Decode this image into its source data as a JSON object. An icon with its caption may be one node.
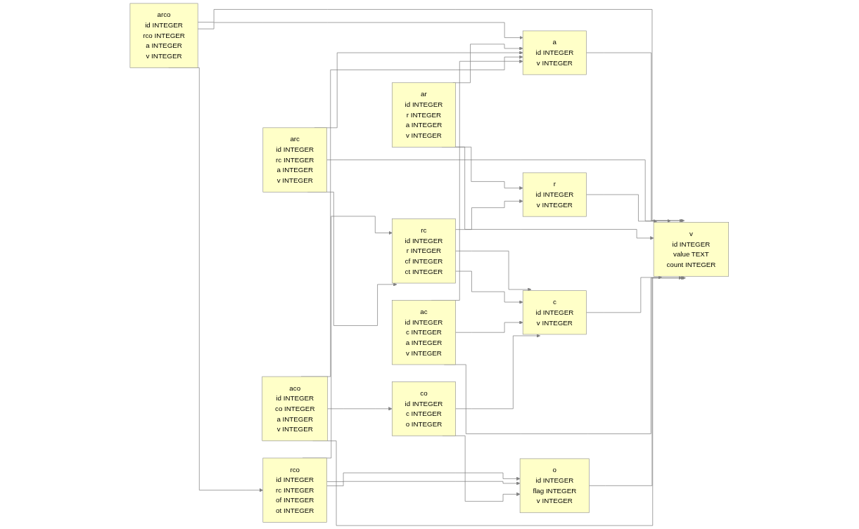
{
  "diagram": {
    "nodes": [
      {
        "text": [
          "rco",
          "id INTEGER",
          "rc INTEGER",
          "of INTEGER",
          "ot INTEGER"
        ]
      },
      {
        "text": [
          "o",
          "id INTEGER",
          "flag INTEGER",
          "v INTEGER"
        ]
      },
      {
        "text": [
          "arco",
          "id INTEGER",
          "rco INTEGER",
          "a INTEGER",
          "v INTEGER"
        ]
      },
      {
        "text": [
          "v",
          "id INTEGER",
          "value TEXT",
          "count INTEGER"
        ]
      },
      {
        "text": [
          "ar",
          "id INTEGER",
          "r INTEGER",
          "a INTEGER",
          "v INTEGER"
        ]
      },
      {
        "text": [
          "r",
          "id INTEGER",
          "v INTEGER"
        ]
      },
      {
        "text": [
          "arc",
          "id INTEGER",
          "rc INTEGER",
          "a INTEGER",
          "v INTEGER"
        ]
      },
      {
        "text": [
          "rc",
          "id INTEGER",
          "r INTEGER",
          "cf INTEGER",
          "ct INTEGER"
        ]
      },
      {
        "text": [
          "ac",
          "id INTEGER",
          "c INTEGER",
          "a INTEGER",
          "v INTEGER"
        ]
      },
      {
        "text": [
          "c",
          "id INTEGER",
          "v INTEGER"
        ]
      },
      {
        "text": [
          "aco",
          "id INTEGER",
          "co INTEGER",
          "a INTEGER",
          "v INTEGER"
        ]
      },
      {
        "text": [
          "co",
          "id INTEGER",
          "c INTEGER",
          "o INTEGER"
        ]
      },
      {
        "text": [
          "a",
          "id INTEGER",
          "v INTEGER"
        ]
      }
    ],
    "edges": [
      {
        "from": 0,
        "to": 7,
        "arrow": "to"
      },
      {
        "from": 0,
        "to": 1,
        "arrow": "to"
      },
      {
        "from": 0,
        "to": 1,
        "arrow": "to"
      },
      {
        "from": 2,
        "to": 0,
        "arrow": "to"
      },
      {
        "from": 2,
        "to": 12,
        "arrow": "to"
      },
      {
        "from": 2,
        "to": 3,
        "arrow": "to"
      },
      {
        "from": 12,
        "to": 3,
        "arrow": "to"
      },
      {
        "from": 6,
        "to": 3,
        "arrow": "to"
      },
      {
        "from": 5,
        "to": 3,
        "arrow": "to"
      },
      {
        "from": 4,
        "to": 5,
        "arrow": "to"
      },
      {
        "from": 4,
        "to": 3,
        "arrow": "to"
      },
      {
        "from": 4,
        "to": 12,
        "arrow": "to"
      },
      {
        "from": 6,
        "to": 7,
        "arrow": "to"
      },
      {
        "from": 6,
        "to": 12,
        "arrow": "to"
      },
      {
        "from": 7,
        "to": 5,
        "arrow": "to"
      },
      {
        "from": 7,
        "to": 9,
        "arrow": "to"
      },
      {
        "from": 7,
        "to": 9,
        "arrow": "to"
      },
      {
        "from": 9,
        "to": 3,
        "arrow": "to"
      },
      {
        "from": 8,
        "to": 9,
        "arrow": "to"
      },
      {
        "from": 8,
        "to": 3,
        "arrow": "to"
      },
      {
        "from": 8,
        "to": 12,
        "arrow": "to"
      },
      {
        "from": 1,
        "to": 3,
        "arrow": "to"
      },
      {
        "from": 10,
        "to": 3,
        "arrow": "to"
      },
      {
        "from": 10,
        "to": 11,
        "arrow": "to"
      },
      {
        "from": 10,
        "to": 12,
        "arrow": "to"
      },
      {
        "from": 11,
        "to": 9,
        "arrow": "to"
      },
      {
        "from": 11,
        "to": 1,
        "arrow": "to"
      }
    ]
  }
}
